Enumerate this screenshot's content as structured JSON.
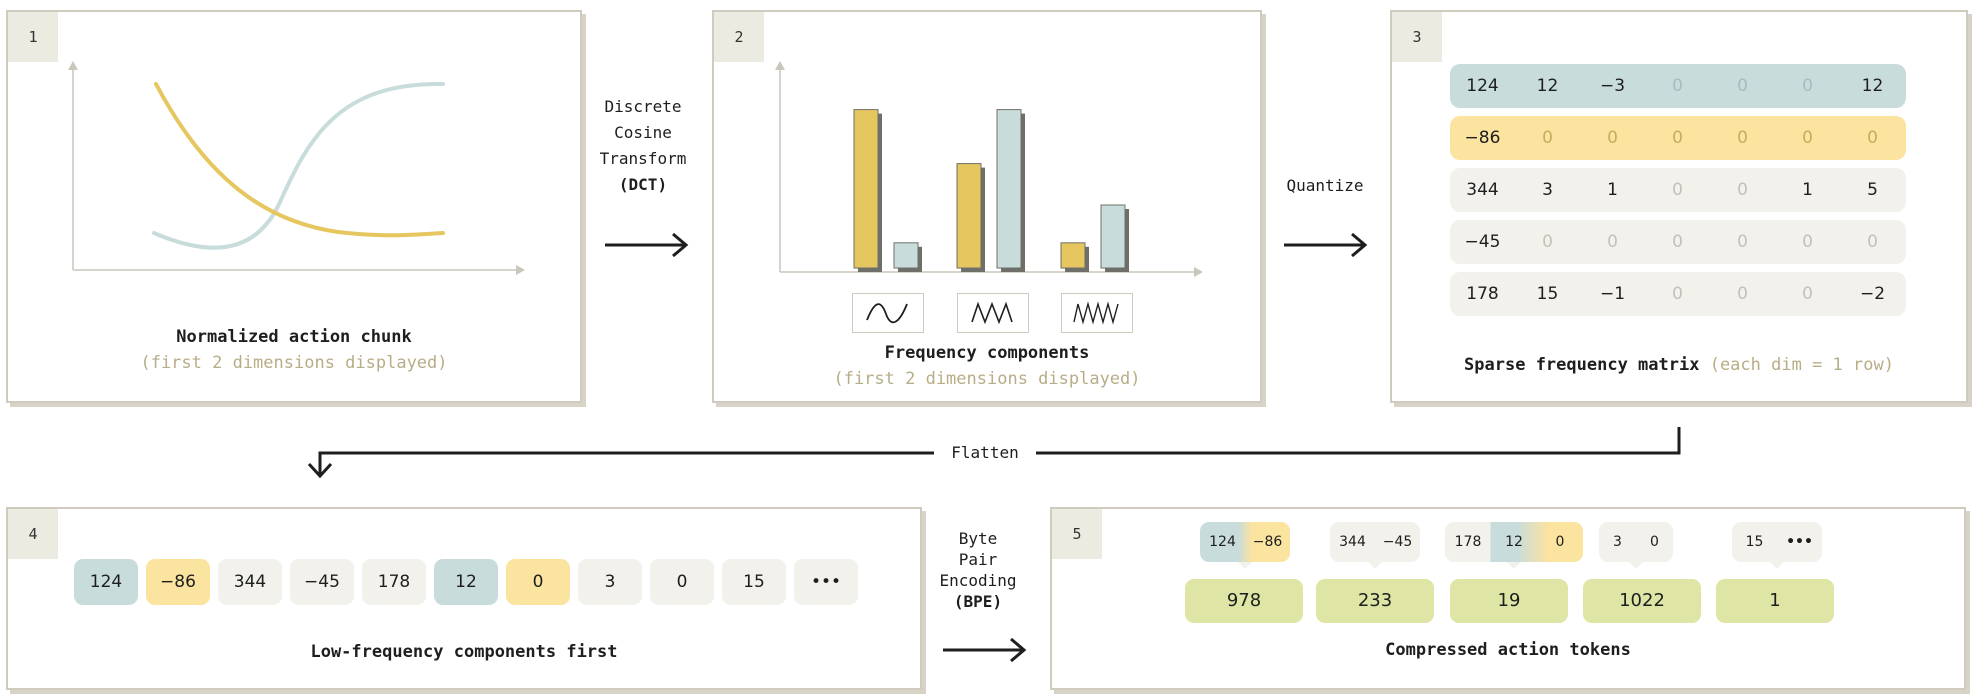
{
  "panel1": {
    "num": "1",
    "title": "Normalized action chunk",
    "subtitle": "(first 2 dimensions displayed)"
  },
  "arrow1": {
    "l1": "Discrete",
    "l2": "Cosine",
    "l3": "Transform",
    "l4": "(DCT)"
  },
  "panel2": {
    "num": "2",
    "title": "Frequency components",
    "subtitle": "(first 2 dimensions displayed)",
    "bars": [
      {
        "group": 1,
        "series": "yellow",
        "value": 0.88
      },
      {
        "group": 1,
        "series": "blue",
        "value": 0.14
      },
      {
        "group": 2,
        "series": "yellow",
        "value": 0.58
      },
      {
        "group": 2,
        "series": "blue",
        "value": 0.88
      },
      {
        "group": 3,
        "series": "yellow",
        "value": 0.14
      },
      {
        "group": 3,
        "series": "blue",
        "value": 0.35
      }
    ]
  },
  "arrow2": {
    "label": "Quantize"
  },
  "panel3": {
    "num": "3",
    "title": "Sparse frequency matrix",
    "subtitle": "(each dim = 1 row)",
    "rows": [
      [
        "124",
        "12",
        "−3",
        "0",
        "0",
        "0",
        "12"
      ],
      [
        "−86",
        "0",
        "0",
        "0",
        "0",
        "0",
        "0"
      ],
      [
        "344",
        "3",
        "1",
        "0",
        "0",
        "1",
        "5"
      ],
      [
        "−45",
        "0",
        "0",
        "0",
        "0",
        "0",
        "0"
      ],
      [
        "178",
        "15",
        "−1",
        "0",
        "0",
        "0",
        "−2"
      ]
    ]
  },
  "flatten": {
    "label": "Flatten"
  },
  "panel4": {
    "num": "4",
    "title": "Low-frequency components first",
    "chips": [
      "124",
      "−86",
      "344",
      "−45",
      "178",
      "12",
      "0",
      "3",
      "0",
      "15",
      "•••"
    ]
  },
  "arrow3": {
    "l1": "Byte",
    "l2": "Pair",
    "l3": "Encoding",
    "l4": "(BPE)"
  },
  "panel5": {
    "num": "5",
    "title": "Compressed action tokens",
    "groups": [
      {
        "a": "124",
        "b": "−86",
        "token": "978"
      },
      {
        "a": "344",
        "b": "−45",
        "token": "233"
      },
      {
        "a": "178",
        "b": "12",
        "c": "0",
        "token": "19"
      },
      {
        "a": "3",
        "b": "0",
        "token": "1022"
      },
      {
        "a": "15",
        "b": "•••",
        "token": "1"
      }
    ]
  },
  "colors": {
    "yellow": "#e6c65f",
    "blue": "#c8dcdc",
    "gray": "#f2f1ec",
    "green": "#dfe5a5",
    "accent_text": "#b7ad86"
  }
}
